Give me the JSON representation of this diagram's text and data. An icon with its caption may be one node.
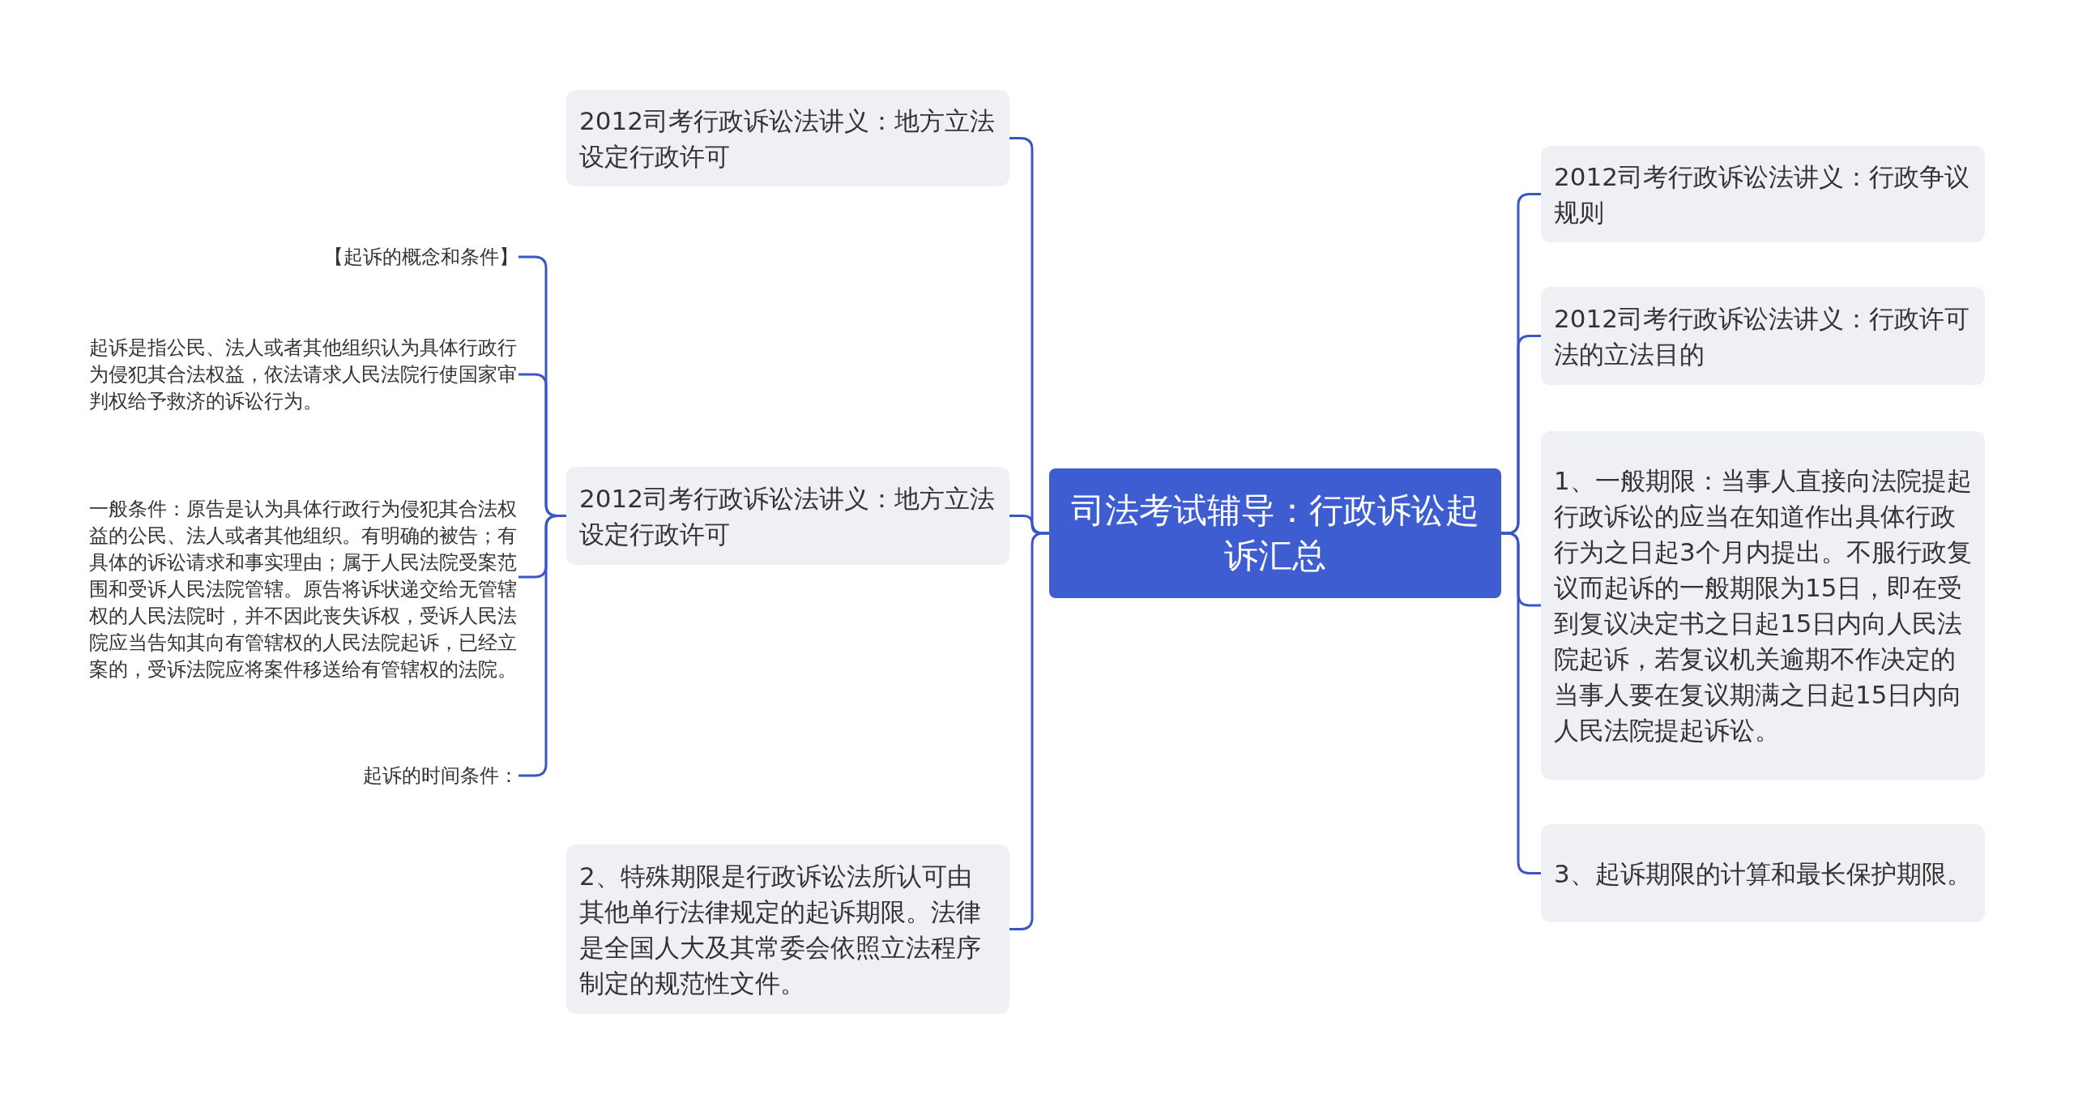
{
  "diagram": {
    "nodes": [
      {
        "text": [
          "司法考试辅导：行政诉讼起诉汇总"
        ]
      },
      {
        "text": [
          "2012司考行政诉讼法讲义：地方立法设定行政许可"
        ]
      },
      {
        "text": [
          "2012司考行政诉讼法讲义：地方立法设定行政许可"
        ]
      },
      {
        "text": [
          "【起诉的概念和条件】"
        ]
      },
      {
        "text": [
          "起诉是指公民、法人或者其他组织认为具体行政行为侵犯其合法权益，依法请求人民法院行使国家审判权给予救济的诉讼行为。"
        ]
      },
      {
        "text": [
          "一般条件：原告是认为具体行政行为侵犯其合法权益的公民、法人或者其他组织。有明确的被告；有具体的诉讼请求和事实理由；属于人民法院受案范围和受诉人民法院管辖。原告将诉状递交给无管辖权的人民法院时，并不因此丧失诉权，受诉人民法院应当告知其向有管辖权的人民法院起诉，已经立案的，受诉法院应将案件移送给有管辖权的法院。"
        ]
      },
      {
        "text": [
          "起诉的时间条件："
        ]
      },
      {
        "text": [
          "2、特殊期限是行政诉讼法所认可由其他单行法律规定的起诉期限。法律是全国人大及其常委会依照立法程序制定的规范性文件。"
        ]
      },
      {
        "text": [
          "2012司考行政诉讼法讲义：行政争议规则"
        ]
      },
      {
        "text": [
          "2012司考行政诉讼法讲义：行政许可法的立法目的"
        ]
      },
      {
        "text": [
          "1、一般期限：当事人直接向法院提起行政诉讼的应当在知道作出具体行政行为之日起3个月内提出。不服行政复议而起诉的一般期限为15日，即在受到复议决定书之日起15日内向人民法院起诉，若复议机关逾期不作决定的当事人要在复议期满之日起15日内向人民法院提起诉讼。"
        ]
      },
      {
        "text": [
          "3、起诉期限的计算和最长保护期限。"
        ]
      }
    ],
    "edges": [
      {
        "from": 0,
        "to": 1,
        "arrow": "none"
      },
      {
        "from": 0,
        "to": 2,
        "arrow": "none"
      },
      {
        "from": 2,
        "to": 3,
        "arrow": "none"
      },
      {
        "from": 2,
        "to": 4,
        "arrow": "none"
      },
      {
        "from": 2,
        "to": 5,
        "arrow": "none"
      },
      {
        "from": 2,
        "to": 6,
        "arrow": "none"
      },
      {
        "from": 0,
        "to": 7,
        "arrow": "none"
      },
      {
        "from": 0,
        "to": 8,
        "arrow": "none"
      },
      {
        "from": 0,
        "to": 9,
        "arrow": "none"
      },
      {
        "from": 0,
        "to": 10,
        "arrow": "none"
      },
      {
        "from": 0,
        "to": 11,
        "arrow": "none"
      }
    ]
  }
}
